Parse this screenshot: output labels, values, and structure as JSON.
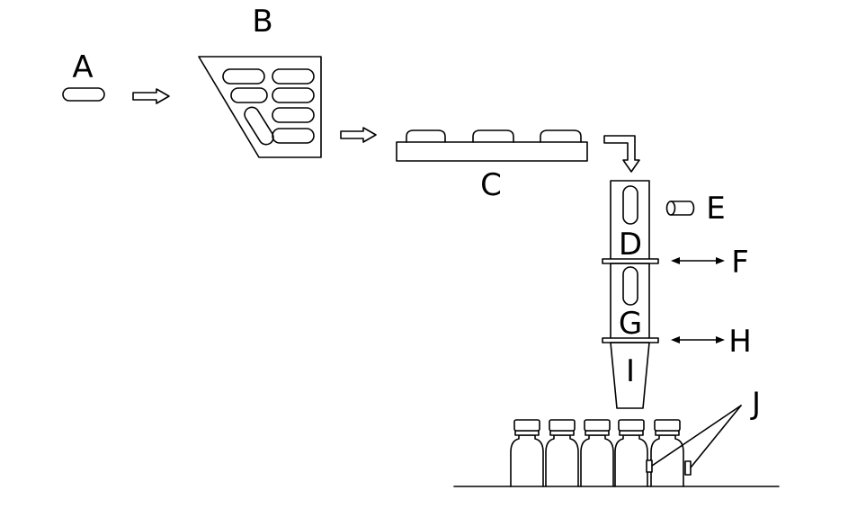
{
  "labels": {
    "a": "A",
    "b": "B",
    "c": "C",
    "d": "D",
    "e": "E",
    "f": "F",
    "g": "G",
    "h": "H",
    "i": "I",
    "j": "J"
  },
  "colors": {
    "stroke": "#000000",
    "background": "#ffffff"
  }
}
